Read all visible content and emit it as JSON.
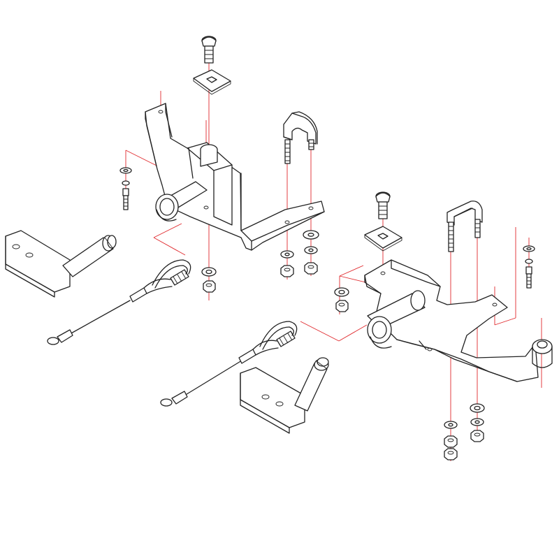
{
  "diagram": {
    "type": "exploded-assembly",
    "line_color": "#222222",
    "axis_color": "#e0282c",
    "background": "#ffffff",
    "assemblies": [
      {
        "id": "left",
        "parts": [
          "carriage-bolt",
          "square-washer",
          "mount-bracket",
          "u-bolt",
          "hex-bolt",
          "flat-washer",
          "lock-washer",
          "hex-nut",
          "hitch-pin",
          "pin-bracket",
          "safety-cable"
        ]
      },
      {
        "id": "right",
        "parts": [
          "carriage-bolt",
          "square-washer",
          "mount-bracket",
          "u-bolt",
          "hex-bolt",
          "flat-washer",
          "lock-washer",
          "hex-nut",
          "hitch-pin",
          "pin-bracket",
          "safety-cable"
        ]
      }
    ]
  }
}
